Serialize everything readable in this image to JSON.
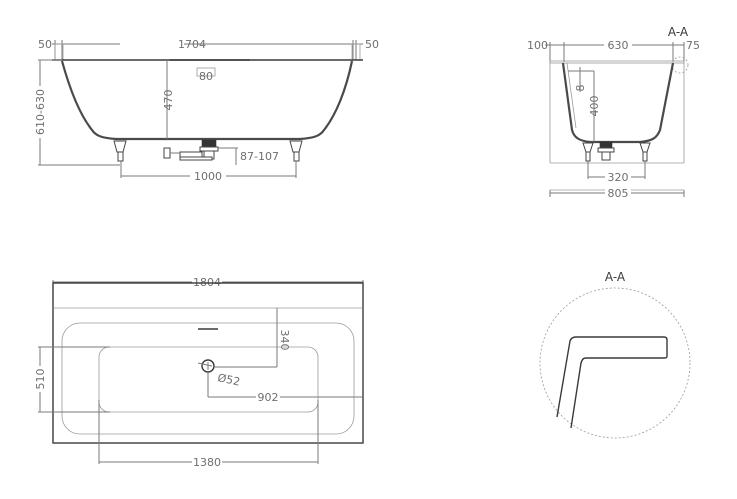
{
  "drawing": {
    "subject": "Bathtub technical drawing",
    "views": {
      "side_elevation": {
        "dimensions": {
          "left_rim": "50",
          "inner_length_top": "1704",
          "right_rim": "50",
          "overflow_width": "80",
          "inner_depth": "470",
          "total_height": "610-630",
          "foot_height": "87-107",
          "foot_spacing": "1000"
        }
      },
      "end_section": {
        "label": "A-A",
        "dimensions": {
          "left_rim": "100",
          "inner_width_top": "630",
          "right_rim": "75",
          "overflow_offset": "8",
          "depth": "400",
          "foot_spacing": "320",
          "total_width": "805"
        }
      },
      "plan_view": {
        "dimensions": {
          "total_length": "1804",
          "drain_to_wall": "340",
          "total_width": "510",
          "drain_diameter": "Ø52",
          "drain_to_end": "902",
          "bottom_length": "1380"
        }
      },
      "detail": {
        "label": "A-A"
      }
    },
    "colors": {
      "line": "#7a7a7a",
      "outline": "#3a3a3a",
      "text": "#6f6f6f",
      "background": "#ffffff"
    }
  }
}
